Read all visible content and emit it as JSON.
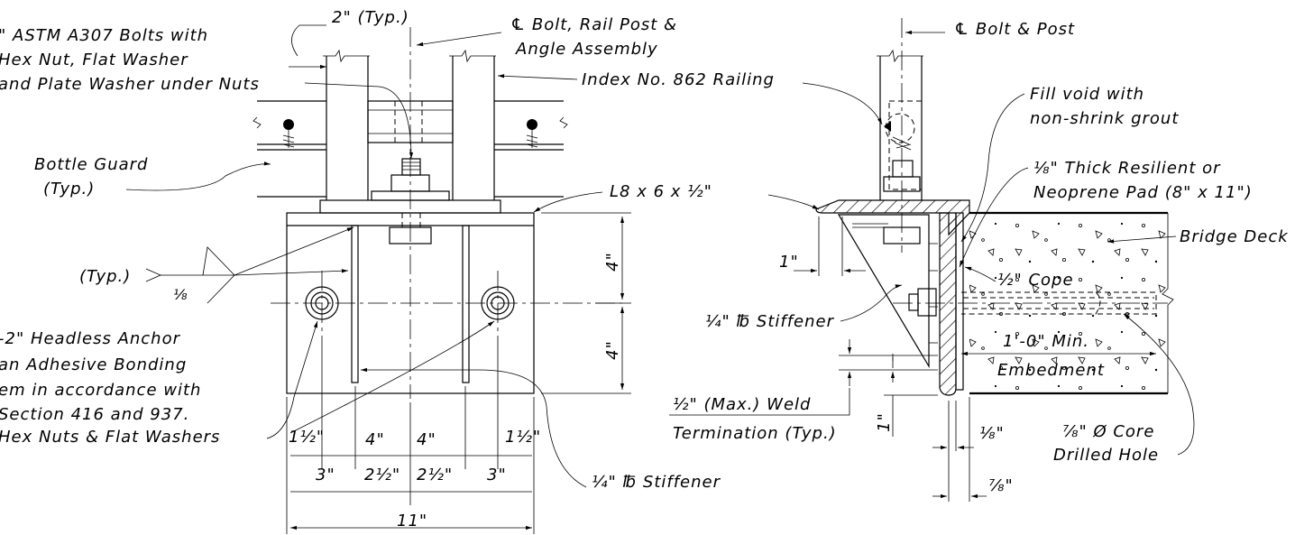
{
  "labels": {
    "bolt_spec_1": "\" ASTM A307 Bolts with",
    "bolt_spec_2": "Hex Nut, Flat Washer",
    "bolt_spec_3": "and Plate Washer under Nuts",
    "typ_2in": "2\" (Typ.)",
    "cl_bolt_rail_1": "℄ Bolt, Rail Post &",
    "cl_bolt_rail_2": "Angle Assembly",
    "index_railing": "Index No. 862 Railing",
    "cl_bolt_post": "℄ Bolt & Post",
    "fill_void_1": "Fill void with",
    "fill_void_2": "non-shrink grout",
    "pad_1": "⅛\" Thick Resilient or",
    "pad_2": "Neoprene Pad (8\" x 11\")",
    "bottle_guard_1": "Bottle Guard",
    "bottle_guard_2": "(Typ.)",
    "angle": "L8 x 6 x ½\"",
    "bridge_deck": "Bridge Deck",
    "weld_typ": "(Typ.)",
    "weld_size": "⅛",
    "dim_1in_left": "1\"",
    "cope": "½\" Cope",
    "stiffener_left": "¼\" ℔ Stiffener",
    "min_1ft": "1'-0\" Min.",
    "embedment": "Embedment",
    "anchor_1": "-2\" Headless Anchor",
    "anchor_2": "an Adhesive Bonding",
    "anchor_3": "em in accordance with",
    "anchor_4": "Section 416 and 937.",
    "anchor_5": "Hex Nuts & Flat Washers",
    "dim_4in_top": "4\"",
    "dim_4in_bottom": "4\"",
    "weld_term_1": "½\" (Max.) Weld",
    "weld_term_2": "Termination (Typ.)",
    "dim_1in_vert": "1\"",
    "core_1": "⅞\" Ø Core",
    "core_2": "Drilled Hole",
    "dim_1_8": "⅛\"",
    "dim_7_8": "⅞\"",
    "dim_row1": [
      "1½\"",
      "4\"",
      "4\"",
      "1½\""
    ],
    "dim_row2": [
      "3\"",
      "2½\"",
      "2½\"",
      "3\""
    ],
    "dim_11in": "11\"",
    "stiffener_bottom": "¼\" ℔ Stiffener"
  }
}
